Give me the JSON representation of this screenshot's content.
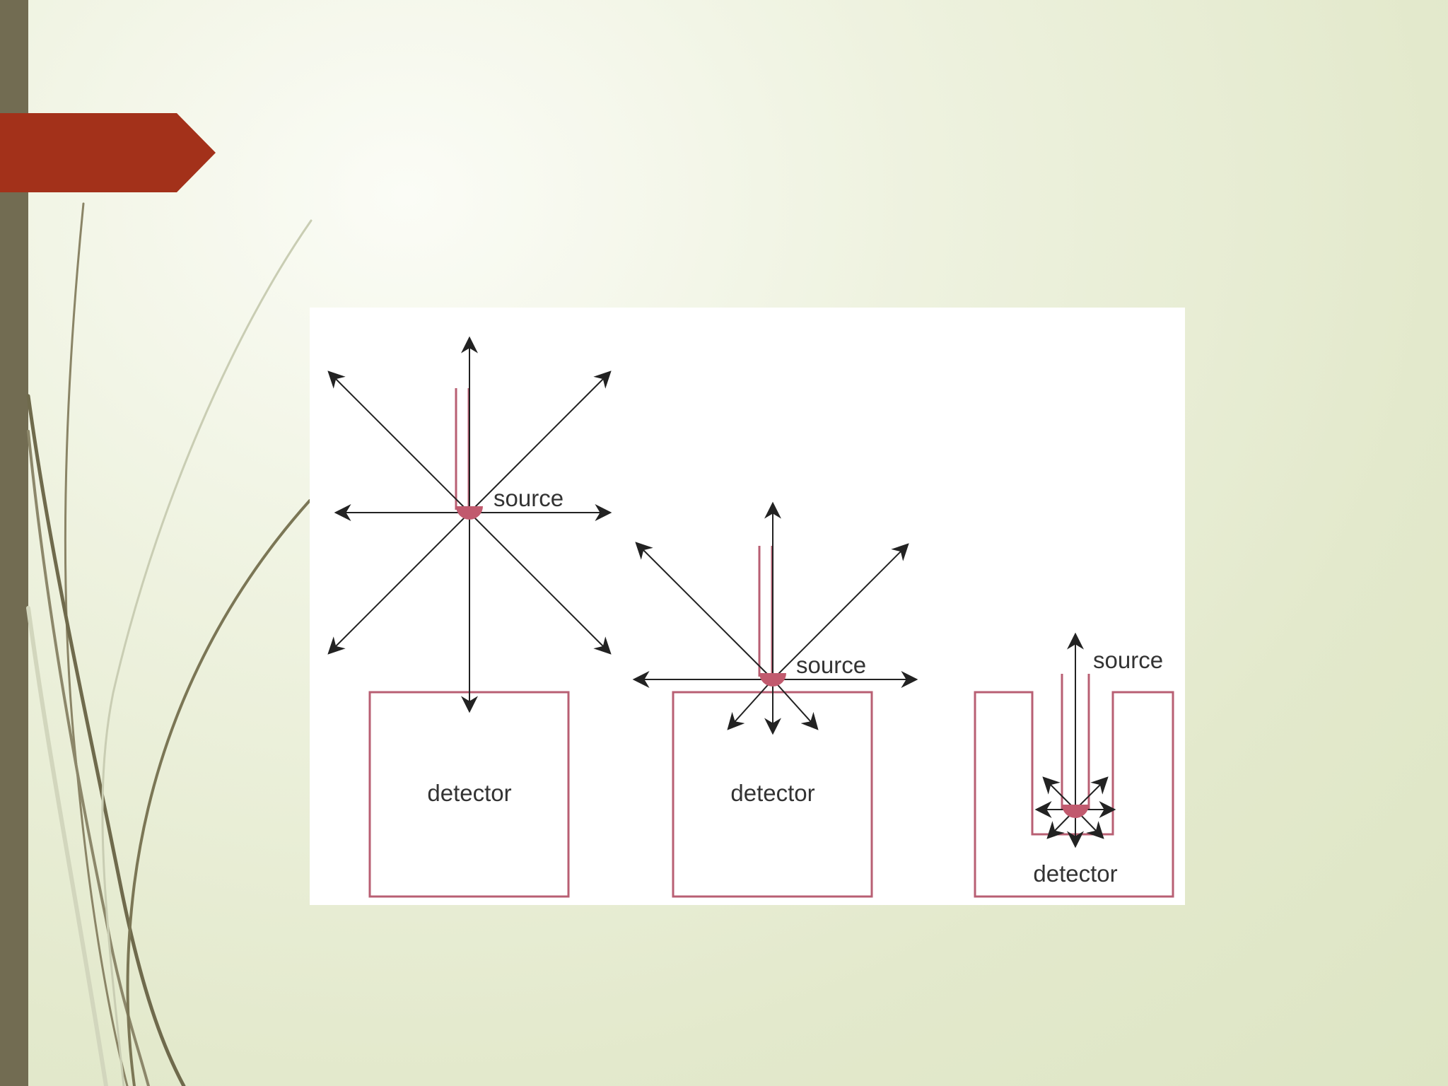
{
  "slide": {
    "accent_color": "#a3311a",
    "bar_color": "#726c52"
  },
  "diagram": {
    "panels": [
      {
        "source_label": "source",
        "detector_label": "detector"
      },
      {
        "source_label": "source",
        "detector_label": "detector"
      },
      {
        "source_label": "source",
        "detector_label": "detector"
      }
    ],
    "colors": {
      "detector": "#b85f73",
      "source": "#c15a6e",
      "arrow": "#222222"
    }
  }
}
